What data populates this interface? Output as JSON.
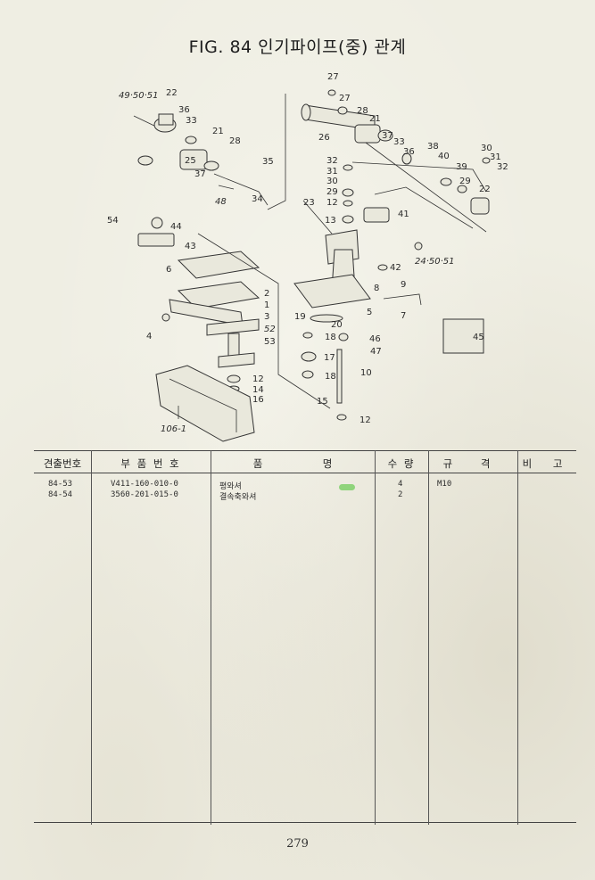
{
  "figure": {
    "title": "FIG. 84 인기파이프(중) 관계",
    "callouts": {
      "c49_50_51": "49·50·51",
      "c22a": "22",
      "c36a": "36",
      "c33a": "33",
      "c21a": "21",
      "c28a": "28",
      "c25": "25",
      "c37a": "37",
      "c48": "48",
      "c35": "35",
      "c34": "34",
      "c27a": "27",
      "c27b": "27",
      "c28b": "28",
      "c21b": "21",
      "c26": "26",
      "c37b": "37",
      "c33b": "33",
      "c36b": "36",
      "c38": "38",
      "c40": "40",
      "c39": "39",
      "c29b": "29",
      "c22b": "22",
      "c30b": "30",
      "c31b": "31",
      "c32b": "32",
      "c32": "32",
      "c31": "31",
      "c30": "30",
      "c29": "29",
      "c12a": "12",
      "c23": "23",
      "c13": "13",
      "c41": "41",
      "c24_50_51": "24·50·51",
      "c42": "42",
      "c8": "8",
      "c9": "9",
      "c7": "7",
      "c5": "5",
      "c54": "54",
      "c44": "44",
      "c43": "43",
      "c6": "6",
      "c1": "1",
      "c3": "3",
      "c52": "52",
      "c53": "53",
      "c4": "4",
      "c2": "2",
      "c19": "19",
      "c20": "20",
      "c18a": "18",
      "c46": "46",
      "c47": "47",
      "c17": "17",
      "c18b": "18",
      "c10": "10",
      "c12b": "12",
      "c14": "14",
      "c16": "16",
      "c15": "15",
      "c12c": "12",
      "c106": "106-1",
      "c45": "45"
    }
  },
  "table": {
    "headers": {
      "index_no": "견출번호",
      "part_no": "부 품 번 호",
      "name_a": "품",
      "name_b": "명",
      "qty": "수 량",
      "spec": "규 격",
      "remarks": "비 고"
    },
    "rows": [
      {
        "index_no": "84-53",
        "part_no": "V411-160-010-0",
        "name": "평와셔",
        "qty": "4",
        "spec": "M10",
        "remarks": ""
      },
      {
        "index_no": "84-54",
        "part_no": "3560-201-015-0",
        "name": "결속축와셔",
        "qty": "2",
        "spec": "",
        "remarks": ""
      }
    ]
  },
  "page_number": "279"
}
